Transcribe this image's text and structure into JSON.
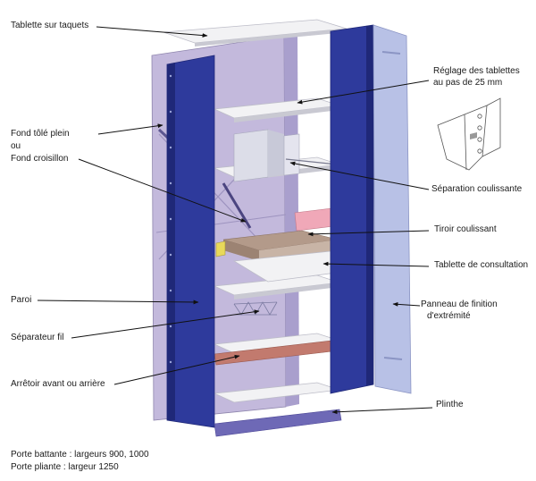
{
  "labels": {
    "tablette_taquets": "Tablette sur taquets",
    "reglage_l1": "Réglage des tablettes",
    "reglage_l2": "au pas de 25 mm",
    "fond_l1": "Fond tôlé plein",
    "fond_l2": "ou",
    "fond_l3": "Fond croisillon",
    "separation": "Séparation coulissante",
    "tiroir": "Tiroir coulissant",
    "consultation": "Tablette de consultation",
    "paroi": "Paroi",
    "separateur": "Séparateur fil",
    "panneau_l1": "Panneau de finition",
    "panneau_l2": "d'extrémité",
    "arretoir": "Arrêtoir avant ou arrière",
    "plinthe": "Plinthe"
  },
  "notes": {
    "line1": "Porte battante : largeurs 900, 1000",
    "line2": "Porte pliante : largeur 1250"
  },
  "colors": {
    "door_blue": "#2e3a9c",
    "door_blue_dark": "#1f2878",
    "back_lavender": "#c3b9dc",
    "end_panel": "#b8c1e6",
    "shelf_white": "#f2f2f4",
    "shelf_edge": "#c9c9d2",
    "drawer_tan": "#b39a8a",
    "drawer_yellow": "#e8d95a",
    "pink": "#f0a8b8",
    "stopper_brown": "#c27a6e",
    "leader": "#111111"
  }
}
